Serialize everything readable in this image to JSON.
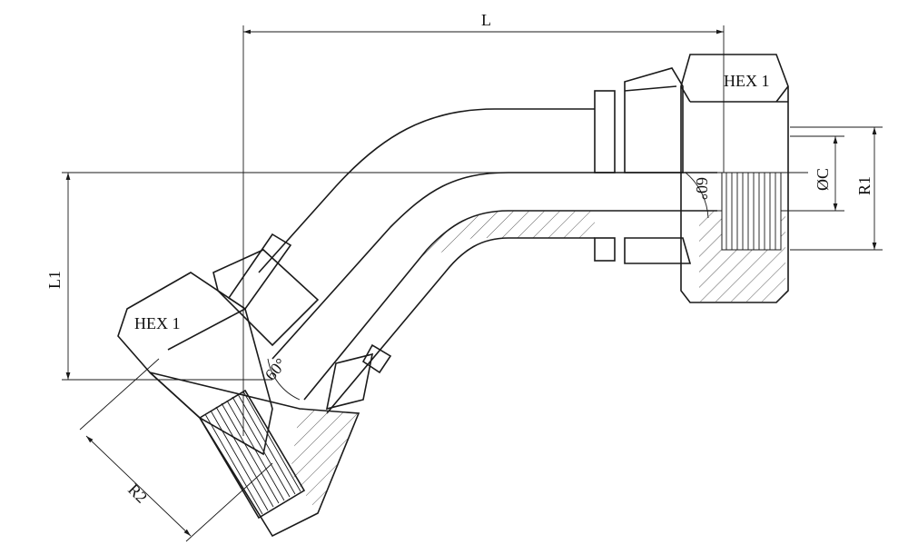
{
  "drawing": {
    "title": "45° swivel elbow fitting dimension drawing",
    "labels": {
      "L": "L",
      "L1": "L1",
      "hex_right": "HEX 1",
      "hex_left": "HEX 1",
      "diameter_c": "ØC",
      "r1": "R1",
      "r2": "R2",
      "angle_right": "60°",
      "angle_left": "60°"
    },
    "colors": {
      "line": "#1a1a1a",
      "background": "#ffffff"
    }
  }
}
